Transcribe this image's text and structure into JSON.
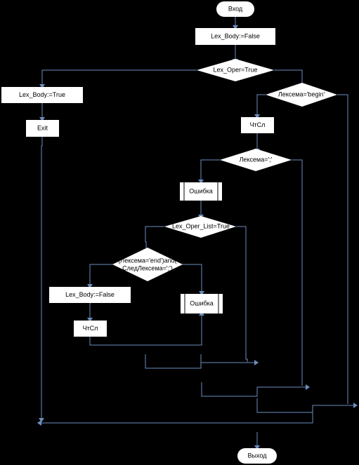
{
  "flowchart": {
    "start": "Вход",
    "init": "Lex_Body:=False",
    "cond_oper": "Lex_Oper=True",
    "set_true": "Lex_Body:=True",
    "exit": "Exit",
    "cond_begin": "Лексема='begin'",
    "read1": "ЧтСл",
    "cond_semicolon": "Лексема=';'",
    "error1": "Ошибка",
    "cond_oper_list": "Lex_Oper_List=True",
    "cond_end_line1": "(Лексема='end')and(",
    "cond_end_line2": "СледЛексема=';')",
    "set_false": "Lex_Body:=False",
    "read2": "ЧтСл",
    "error2": "Ошибка",
    "end": "Выход"
  },
  "colors": {
    "background": "#000000",
    "shape_fill": "#ffffff",
    "edge": "#6c8ebf",
    "text": "#000000"
  }
}
